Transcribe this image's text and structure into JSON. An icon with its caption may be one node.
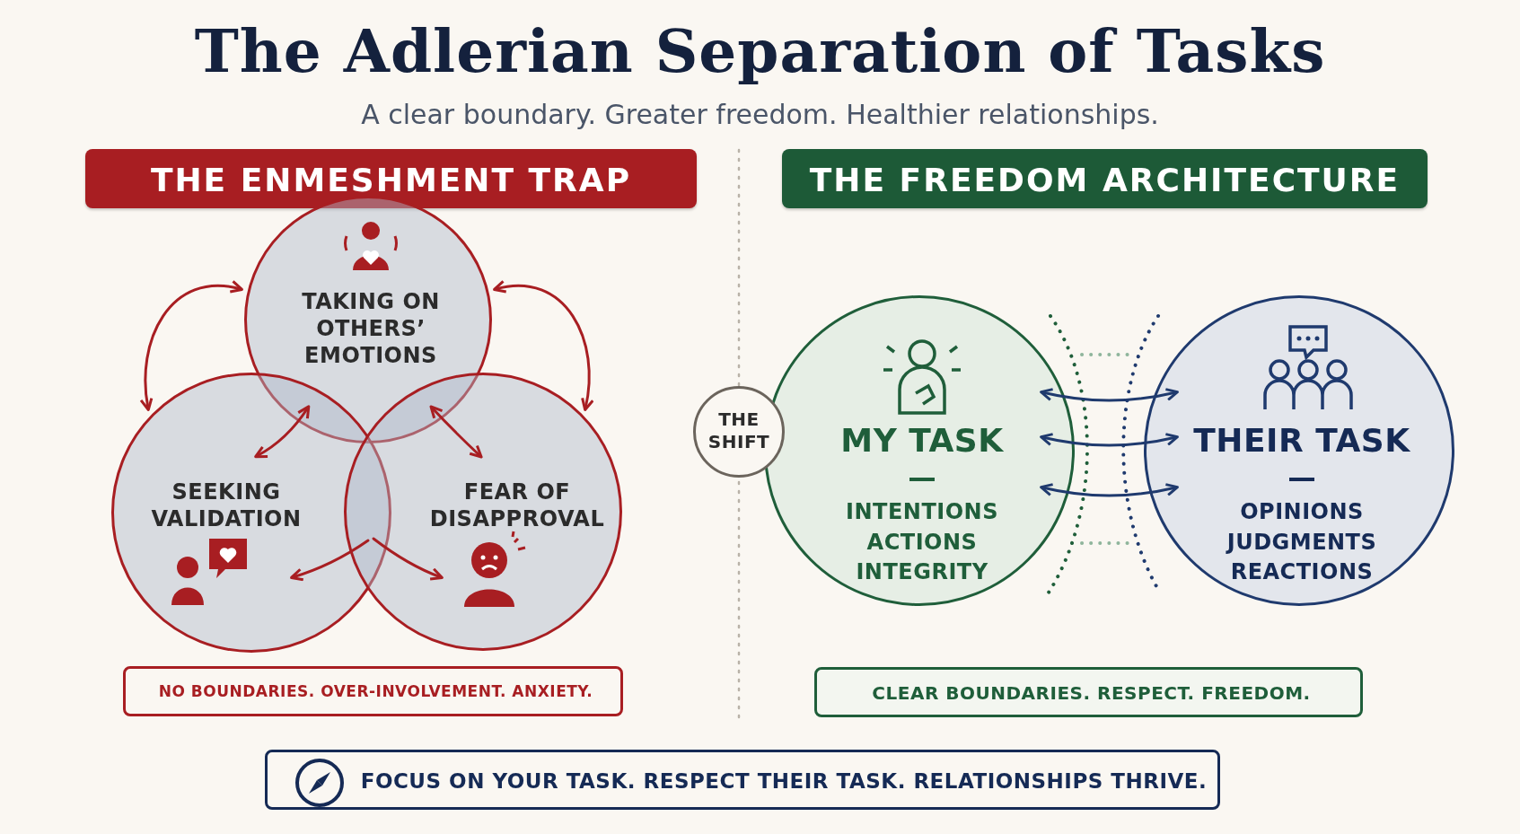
{
  "diagram": {
    "title": "The Adlerian Separation of Tasks",
    "nodes": [
      {
        "text": [
          "THE ENMESHMENT TRAP"
        ]
      },
      {
        "text": [
          "TAKING ON OTHERS’ EMOTIONS"
        ]
      },
      {
        "text": [
          "SEEKING VALIDATION"
        ]
      },
      {
        "text": [
          "FEAR OF DISAPPROVAL"
        ]
      },
      {
        "text": [
          "NO BOUNDARIES. OVER-INVOLVEMENT. ANXIETY."
        ]
      },
      {
        "text": [
          "THE FREEDOM ARCHITECTURE"
        ]
      },
      {
        "text": [
          "THE SHIFT"
        ]
      },
      {
        "text": [
          "MY TASK",
          "INTENTIONS ACTIONS INTEGRITY"
        ]
      },
      {
        "text": [
          "THEIR TASK",
          "OPINIONS JUDGMENTS REACTIONS"
        ]
      },
      {
        "text": [
          "CLEAR BOUNDARIES. RESPECT. FREEDOM."
        ]
      },
      {
        "text": [
          "FOCUS ON YOUR TASK. RESPECT THEIR TASK. RELATIONSHIPS THRIVE."
        ]
      }
    ],
    "edges": [
      {
        "from": 1,
        "to": 2,
        "arrow": "both"
      },
      {
        "from": 1,
        "to": 3,
        "arrow": "both"
      },
      {
        "from": 1,
        "to": 2,
        "arrow": "both"
      },
      {
        "from": 1,
        "to": 3,
        "arrow": "both"
      },
      {
        "from": 3,
        "to": 2,
        "arrow": "to"
      },
      {
        "from": 2,
        "to": 3,
        "arrow": "to"
      },
      {
        "from": 7,
        "to": 8,
        "arrow": "both",
        "color": "#1f3a6e"
      },
      {
        "from": 7,
        "to": 8,
        "arrow": "both",
        "color": "#1f3a6e"
      },
      {
        "from": 7,
        "to": 8,
        "arrow": "both",
        "color": "#1f3a6e"
      }
    ],
    "labels": [
      "A clear boundary. Greater freedom. Healthier relationships."
    ]
  }
}
